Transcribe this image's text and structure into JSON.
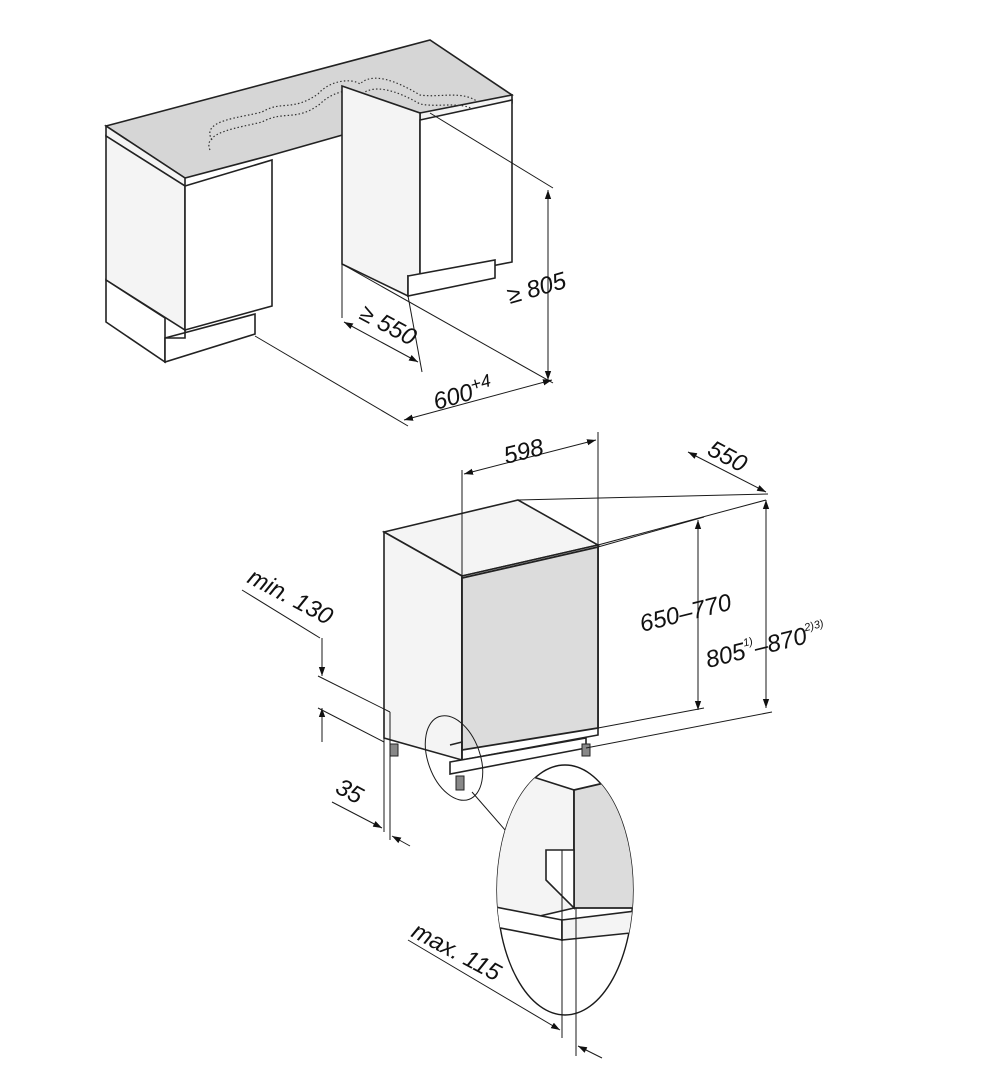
{
  "diagram": {
    "niche": {
      "dims": {
        "min_height": "≥ 805",
        "min_depth": "≥ 550",
        "width_base": "600",
        "width_sup": "+4"
      }
    },
    "appliance": {
      "dims": {
        "width": "598",
        "depth": "550",
        "door_height": "650–770",
        "total_height_a": "805",
        "total_height_a_note": "1)",
        "total_height_b": "–870",
        "total_height_b_note": "2)3)",
        "plinth_min": "min. 130",
        "plinth_setback": "35"
      }
    },
    "detail": {
      "dims": {
        "door_overhang": "max. 115"
      }
    },
    "colors": {
      "line": "#1a1a1a",
      "worktop": "#d6d6d6",
      "door_panel": "#dcdcdc",
      "background": "#ffffff"
    }
  }
}
